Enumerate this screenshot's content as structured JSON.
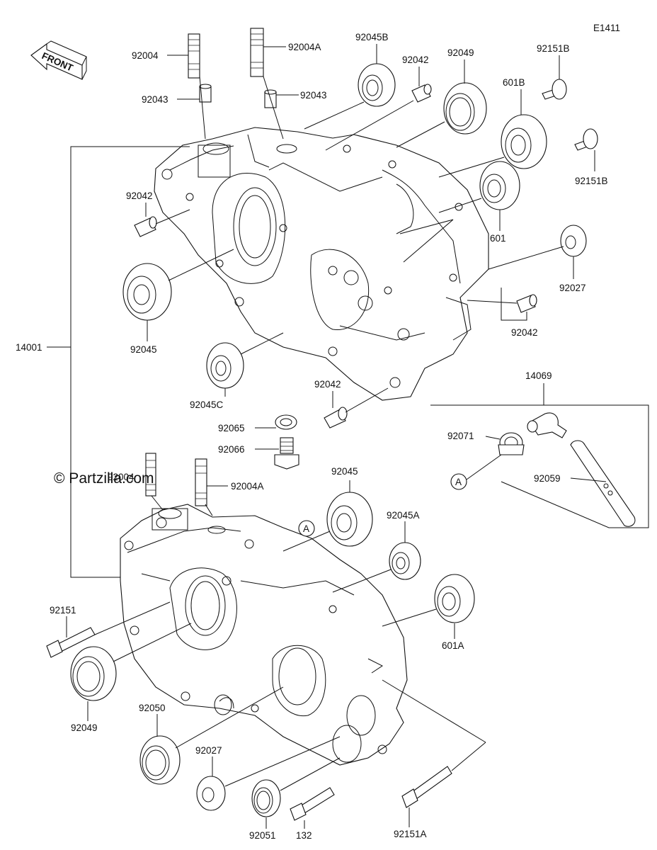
{
  "diagram": {
    "code": "E1411",
    "watermark": "© Partzilla.com",
    "front_label": "FRONT",
    "labels": {
      "p92004": "92004",
      "p92004a_top": "92004A",
      "p92045b": "92045B",
      "p92042_top": "92042",
      "p92049_top": "92049",
      "p92151b_top": "92151B",
      "p92043_left": "92043",
      "p92043_right": "92043",
      "p601b": "601B",
      "p92151b_right": "92151B",
      "p92042_left": "92042",
      "p601": "601",
      "p92027_right": "92027",
      "p92045_left": "92045",
      "p92042_right": "92042",
      "p14001": "14001",
      "p14069": "14069",
      "p92045c": "92045C",
      "p92042_mid": "92042",
      "p92065": "92065",
      "p92066": "92066",
      "p92071": "92071",
      "p92059": "92059",
      "p92004_low": "92004",
      "p92004a_low": "92004A",
      "p92045_low": "92045",
      "p92045a": "92045A",
      "p92151": "92151",
      "p601a": "601A",
      "p92049_low": "92049",
      "p92050": "92050",
      "p92027_low": "92027",
      "p92051": "92051",
      "p132": "132",
      "p92151a": "92151A",
      "ref_a": "A"
    }
  }
}
